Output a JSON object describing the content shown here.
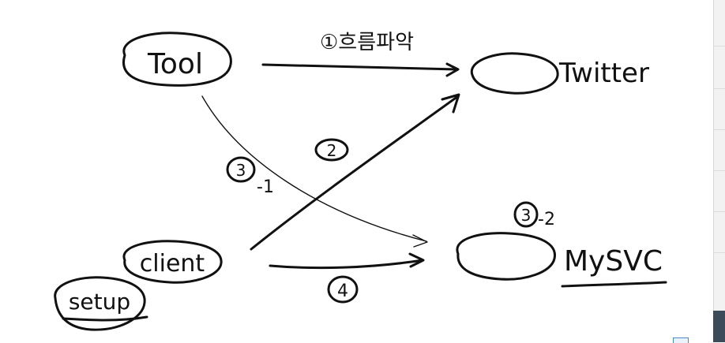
{
  "nodes": {
    "tool": "Tool",
    "twitter": "Twitter",
    "client": "client",
    "mysvc": "MySVC",
    "setup": "setup"
  },
  "edges": {
    "step1_label": "①흐름파악",
    "step2_label": "2",
    "step3_1_number": "3",
    "step3_1_suffix": "-1",
    "step3_2_number": "3",
    "step3_2_suffix": "-2",
    "step4_label": "4"
  },
  "colors": {
    "ink": "#111111",
    "background": "#ffffff",
    "corner_block": "#3d4a59"
  }
}
